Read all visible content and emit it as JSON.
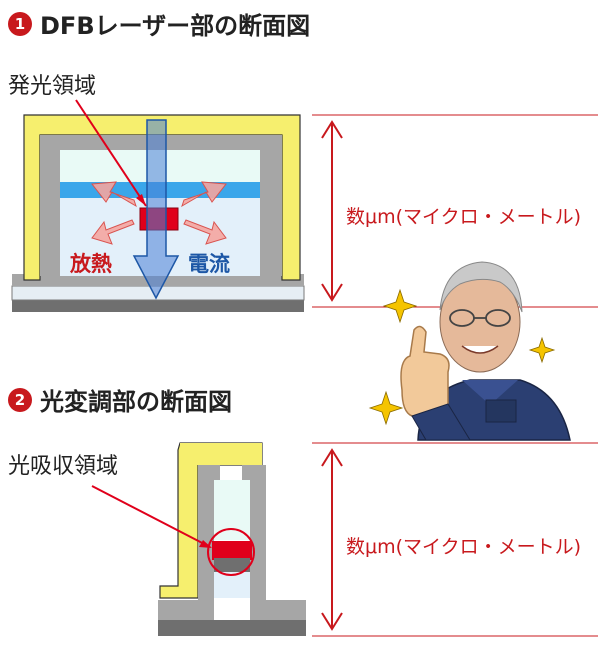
{
  "section1": {
    "number": "1",
    "title": "DFBレーザー部の断面図",
    "region_label": "発光領域",
    "heat_label": "放熱",
    "current_label": "電流",
    "dimension_label": "数μm(マイクロ・メートル)"
  },
  "section2": {
    "number": "2",
    "title": "光変調部の断面図",
    "region_label": "光吸収領域",
    "dimension_label": "数μm(マイクロ・メートル)"
  },
  "colors": {
    "accent_red": "#c8191d",
    "electrode_yellow": "#f6ef6e",
    "layer_gray": "#a6a6a6",
    "active_blue": "#3aa6ea",
    "waveguide_mint": "#e9faf6",
    "current_blue": "#4a7fd6"
  },
  "illustration": {
    "figure": "smiling-man-thumbs-up",
    "decoration": "sparkle-icon"
  }
}
